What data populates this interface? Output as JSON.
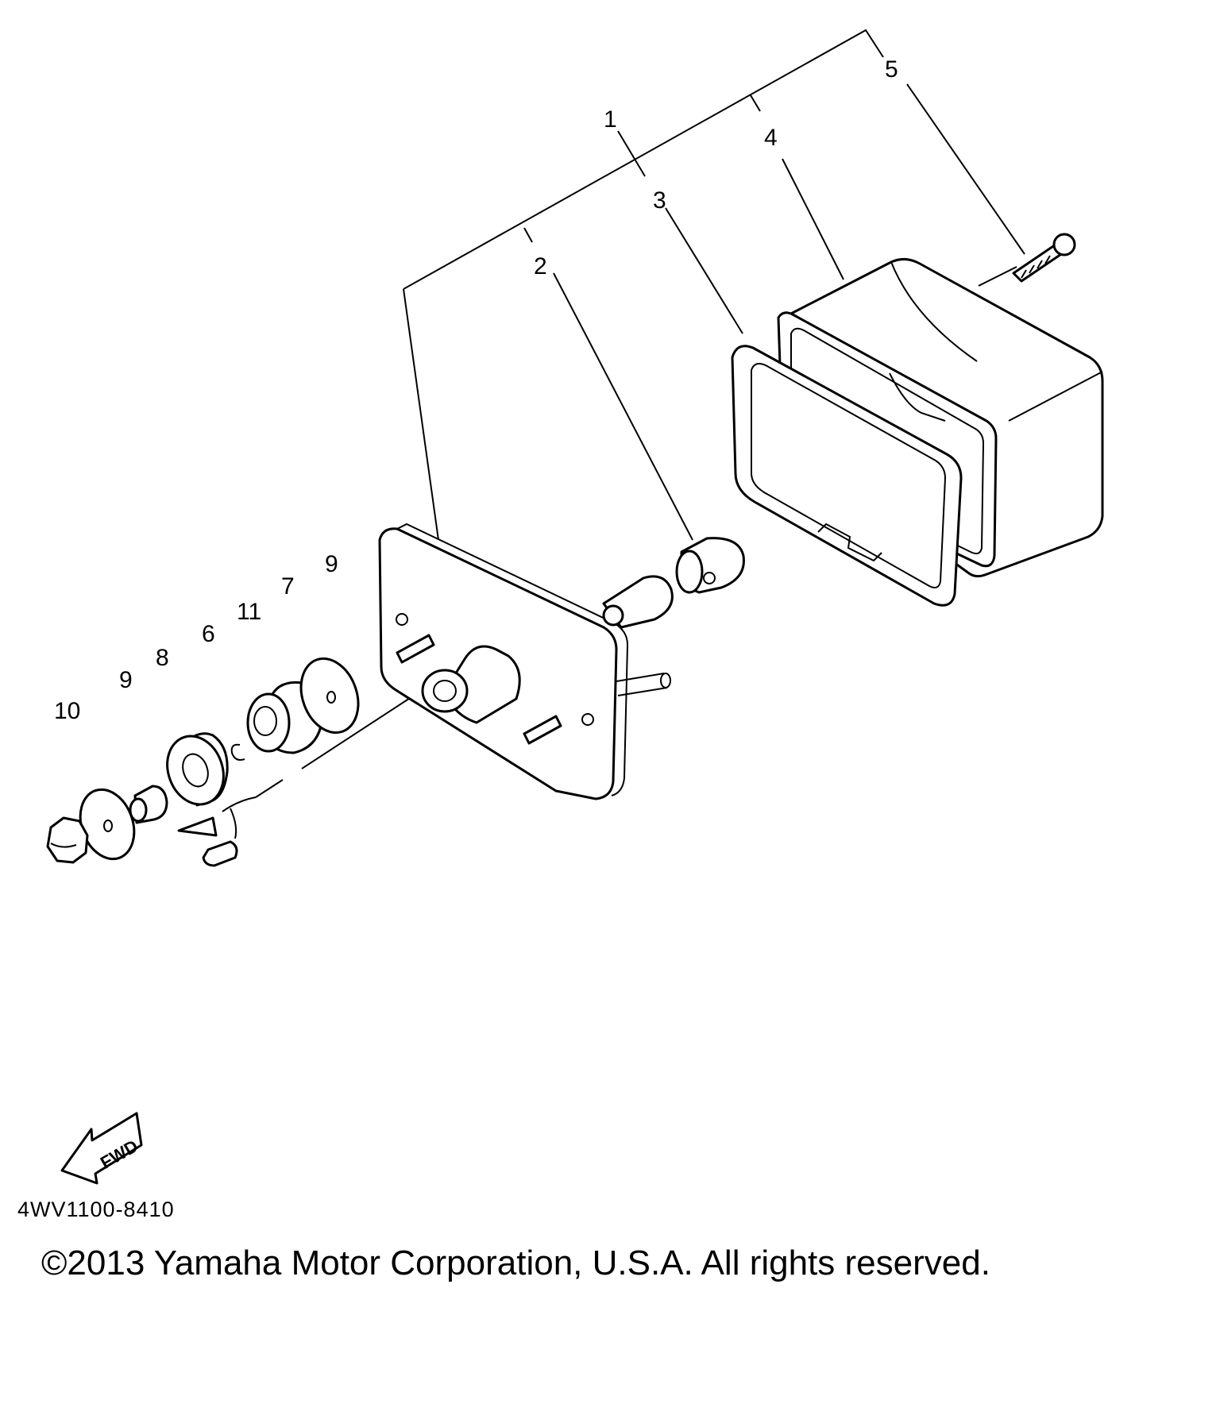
{
  "callouts": [
    "1",
    "2",
    "3",
    "4",
    "5",
    "6",
    "7",
    "8",
    "9",
    "9",
    "10",
    "11"
  ],
  "fwd_label": "FWD",
  "diagram_code": "4WV1100-8410",
  "copyright": "©2013 Yamaha Motor Corporation, U.S.A. All rights reserved."
}
